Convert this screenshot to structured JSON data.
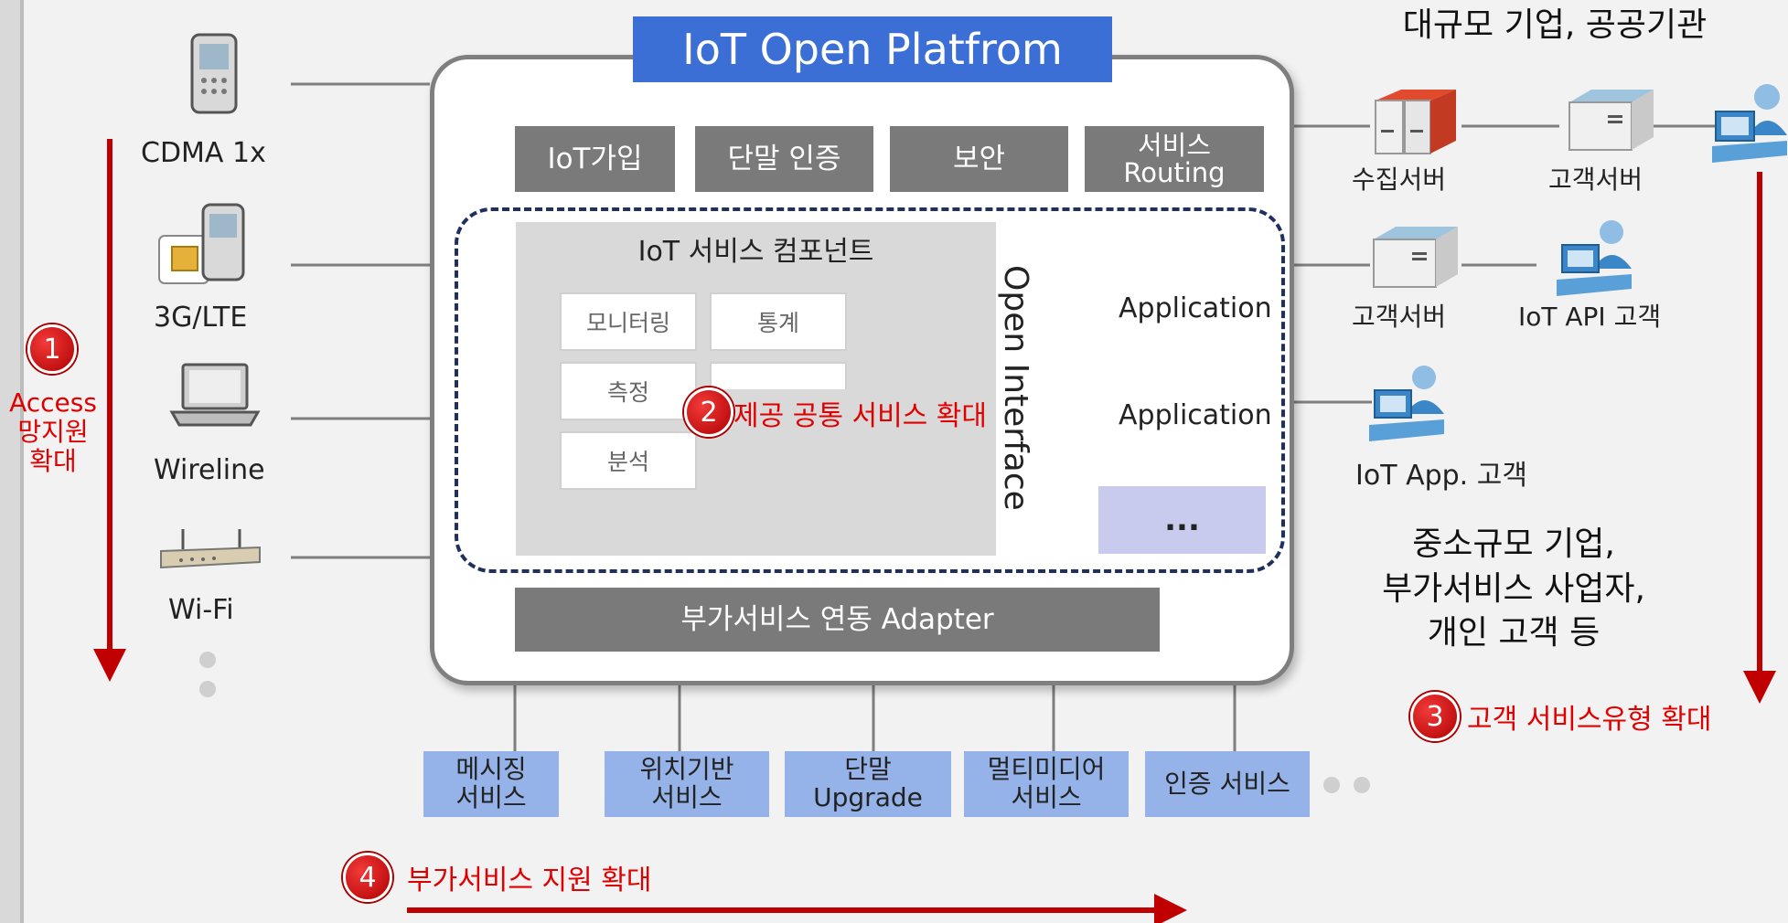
{
  "platform": {
    "title": "IoT Open Platfrom",
    "top_buttons": [
      "IoT가입",
      "단말 인증",
      "보안",
      "서비스\nRouting"
    ],
    "component_title": "IoT 서비스 컴포넌트",
    "components": [
      "모니터링",
      "통계",
      "측정",
      "분석"
    ],
    "open_interface": "Open Interface",
    "applications": [
      "Application",
      "Application"
    ],
    "ellipsis": "...",
    "adapter": "부가서비스 연동 Adapter"
  },
  "access_networks": [
    "CDMA 1x",
    "3G/LTE",
    "Wireline",
    "Wi-Fi"
  ],
  "access_label": [
    "Access",
    "망지원",
    "확대"
  ],
  "right_side": {
    "large_enterprise": "대규모 기업, 공공기관",
    "servers": [
      "수집서버",
      "고객서버",
      "고객서버",
      "IoT API 고객",
      "IoT App. 고객"
    ],
    "smb": [
      "중소규모 기업,",
      "부가서비스 사업자,",
      "개인 고객 등"
    ]
  },
  "services": [
    "메시징\n서비스",
    "위치기반\n서비스",
    "단말\nUpgrade",
    "멀티미디어\n서비스",
    "인증 서비스"
  ],
  "badges": {
    "one": "1",
    "two": "2",
    "two_label": "제공 공통 서비스 확대",
    "three": "3",
    "three_label": "고객 서비스유형 확대",
    "four": "4",
    "four_label": "부가서비스 지원 확대"
  },
  "colors": {
    "platform_title": "#3b6fd6",
    "gray_button": "#7a7a7a",
    "service_blue": "#95b3e8",
    "arrow_red": "#c00000",
    "ellipsis_box": "#c8cbee"
  }
}
